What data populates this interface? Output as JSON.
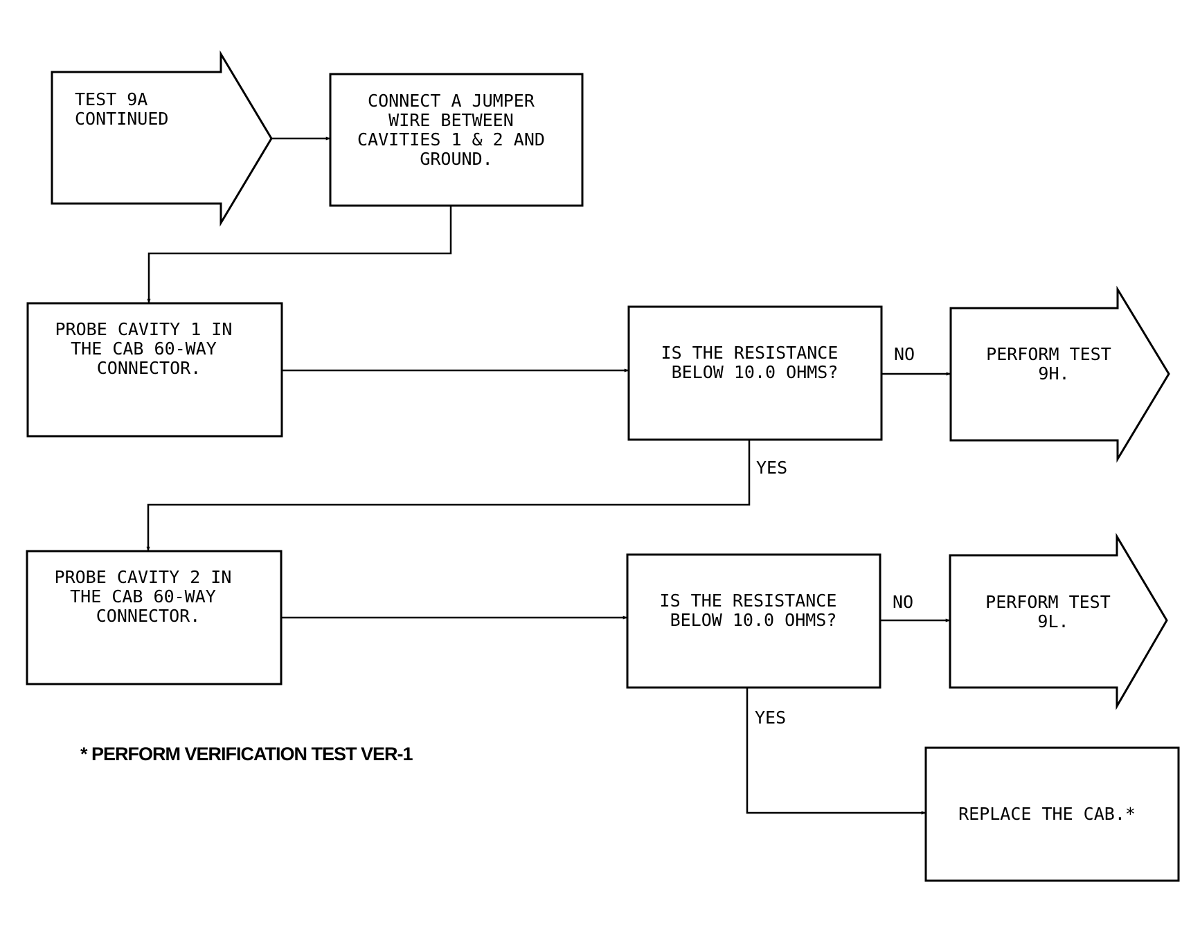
{
  "nodes": {
    "start": {
      "lines": [
        "TEST 9A",
        "CONTINUED"
      ]
    },
    "connect": {
      "lines": [
        "CONNECT A JUMPER",
        "WIRE BETWEEN",
        "CAVITIES 1 & 2 AND",
        "GROUND."
      ]
    },
    "probe1": {
      "lines": [
        "PROBE CAVITY 1 IN",
        "THE CAB 60-WAY",
        "CONNECTOR."
      ]
    },
    "q1": {
      "lines": [
        "IS THE RESISTANCE",
        "BELOW 10.0 OHMS?"
      ]
    },
    "perform9h": {
      "lines": [
        "PERFORM TEST",
        "9H."
      ]
    },
    "probe2": {
      "lines": [
        "PROBE CAVITY 2 IN",
        "THE CAB 60-WAY",
        "CONNECTOR."
      ]
    },
    "q2": {
      "lines": [
        "IS THE RESISTANCE",
        "BELOW 10.0 OHMS?"
      ]
    },
    "perform9l": {
      "lines": [
        "PERFORM TEST",
        "9L."
      ]
    },
    "replace": {
      "lines": [
        "REPLACE THE CAB.*"
      ]
    }
  },
  "edge_labels": {
    "q1_no": "NO",
    "q1_yes": "YES",
    "q2_no": "NO",
    "q2_yes": "YES"
  },
  "footnote": "* PERFORM VERIFICATION TEST VER-1"
}
